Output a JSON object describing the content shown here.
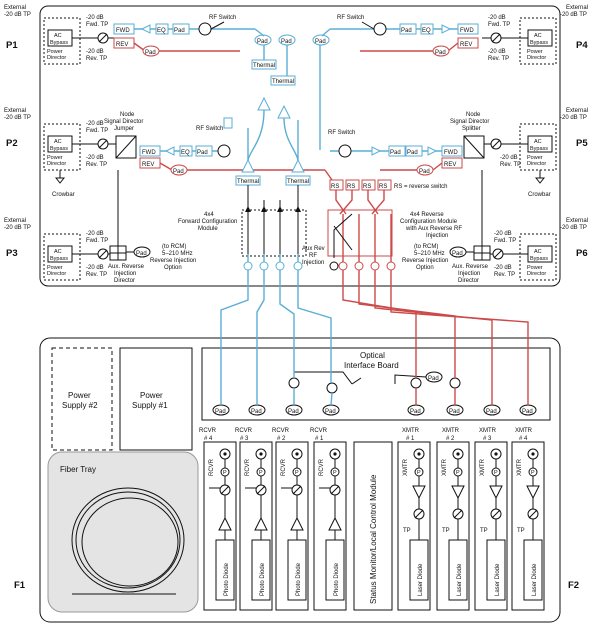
{
  "ports": {
    "p1": "P1",
    "p2": "P2",
    "p3": "P3",
    "p4": "P4",
    "p5": "P5",
    "p6": "P6",
    "f1": "F1",
    "f2": "F2"
  },
  "ext_tp": {
    "line1": "External",
    "line2": "-20 dB TP"
  },
  "fwd_tp": {
    "line1": "-20 dB",
    "line2": "Fwd. TP"
  },
  "rev_tp": {
    "line1": "-20 dB",
    "line2": "Rev. TP"
  },
  "ac_bypass": {
    "line1": "AC",
    "line2": "Bypass"
  },
  "power_director": {
    "line1": "Power",
    "line2": "Director"
  },
  "labels": {
    "fwd": "FWD",
    "rev": "REV",
    "pad": "Pad",
    "eq": "EQ",
    "thermal": "Thermal",
    "rs": "RS",
    "rf_switch": "RF Switch",
    "crowbar": "Crowbar",
    "rs_note": "RS = reverse switch"
  },
  "node_jumper": {
    "l1": "Node",
    "l2": "Signal Director",
    "l3": "Jumper"
  },
  "node_splitter": {
    "l1": "Node",
    "l2": "Signal Director",
    "l3": "Splitter"
  },
  "fwd_module": {
    "l1": "4x4",
    "l2": "Forward Configuration",
    "l3": "Module"
  },
  "rev_module": {
    "l1": "4x4 Reverse",
    "l2": "Configuration Module",
    "l3": "with Aux Reverse RF",
    "l4": "Injection"
  },
  "aux_rev": {
    "l1": "Aux Rev",
    "l2": "RF",
    "l3": "Injection"
  },
  "rcm": {
    "l1": "(to RCM)",
    "l2": "5–210 MHz",
    "l3": "Reverse Injection",
    "l4": "Option"
  },
  "aux_director": {
    "l1": "Aux. Reverse",
    "l2": "Injection",
    "l3": "Director"
  },
  "power_supply_2": {
    "l1": "Power",
    "l2": "Supply #2"
  },
  "power_supply_1": {
    "l1": "Power",
    "l2": "Supply #1"
  },
  "fiber_tray": "Fiber Tray",
  "optical_board": {
    "l1": "Optical",
    "l2": "Interface Board"
  },
  "receivers": [
    {
      "label": "RCVR",
      "num": "# 4",
      "v": "RCVR"
    },
    {
      "label": "RCVR",
      "num": "# 3",
      "v": "RCVR"
    },
    {
      "label": "RCVR",
      "num": "# 2",
      "v": "RCVR"
    },
    {
      "label": "RCVR",
      "num": "# 1",
      "v": "RCVR"
    }
  ],
  "transmitters": [
    {
      "label": "XMTR",
      "num": "# 1",
      "v": "XMTR"
    },
    {
      "label": "XMTR",
      "num": "# 2",
      "v": "XMTR"
    },
    {
      "label": "XMTR",
      "num": "# 3",
      "v": "XMTR"
    },
    {
      "label": "XMTR",
      "num": "# 4",
      "v": "XMTR"
    }
  ],
  "photo_diode": "Photo Diode",
  "laser_diode": "Laser Diode",
  "status_module": "Status Monitor/Local Control Module",
  "tp": "TP",
  "p": "P",
  "colors": {
    "forward": "#5aaed6",
    "reverse": "#cc4a4a",
    "outline": "#111111"
  }
}
